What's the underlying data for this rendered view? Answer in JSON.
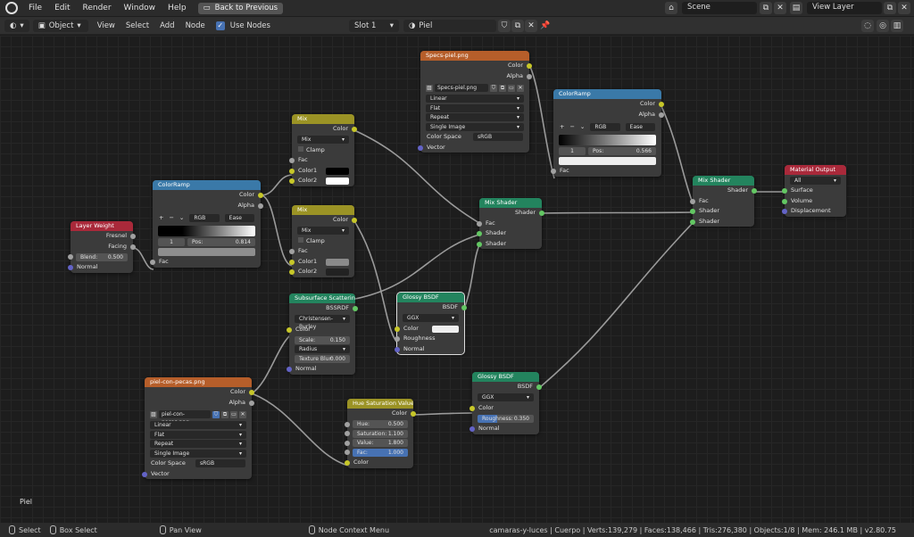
{
  "topbar": {
    "menus": [
      "File",
      "Edit",
      "Render",
      "Window",
      "Help"
    ],
    "back_button": "Back to Previous",
    "scene": "Scene",
    "view_layer": "View Layer"
  },
  "toolbar": {
    "mode": "Object",
    "menus": [
      "View",
      "Select",
      "Add",
      "Node"
    ],
    "use_nodes": "Use Nodes",
    "slot": "Slot 1",
    "material": "Piel"
  },
  "nodes": {
    "layer_weight": {
      "title": "Layer Weight",
      "out1": "Fresnel",
      "out2": "Facing",
      "blend_label": "Blend:",
      "blend_value": "0.500",
      "normal": "Normal"
    },
    "colorramp1": {
      "title": "ColorRamp",
      "out1": "Color",
      "out2": "Alpha",
      "mode": "RGB",
      "interp": "Ease",
      "index": "1",
      "pos_label": "Pos:",
      "pos_value": "0.814",
      "fac": "Fac"
    },
    "mix1": {
      "title": "Mix",
      "out": "Color",
      "blend": "Mix",
      "clamp": "Clamp",
      "fac": "Fac",
      "color1": "Color1",
      "color2": "Color2"
    },
    "mix2": {
      "title": "Mix",
      "out": "Color",
      "blend": "Mix",
      "clamp": "Clamp",
      "fac": "Fac",
      "color1": "Color1",
      "color2": "Color2"
    },
    "specs": {
      "title": "Specs-piel.png",
      "out1": "Color",
      "out2": "Alpha",
      "image": "Specs-piel.png",
      "interp": "Linear",
      "proj": "Flat",
      "ext": "Repeat",
      "source": "Single Image",
      "cs_label": "Color Space",
      "cs_value": "sRGB",
      "vector": "Vector"
    },
    "colorramp2": {
      "title": "ColorRamp",
      "out1": "Color",
      "out2": "Alpha",
      "mode": "RGB",
      "interp": "Ease",
      "index": "1",
      "pos_label": "Pos:",
      "pos_value": "0.566",
      "fac": "Fac"
    },
    "mix_shader1": {
      "title": "Mix Shader",
      "out": "Shader",
      "fac": "Fac",
      "in1": "Shader",
      "in2": "Shader"
    },
    "mix_shader2": {
      "title": "Mix Shader",
      "out": "Shader",
      "fac": "Fac",
      "in1": "Shader",
      "in2": "Shader"
    },
    "material_output": {
      "title": "Material Output",
      "target": "All",
      "surface": "Surface",
      "volume": "Volume",
      "displacement": "Displacement"
    },
    "sss": {
      "title": "Subsurface Scattering",
      "out": "BSSRDF",
      "method": "Christensen-Burley",
      "color": "Color",
      "scale_label": "Scale:",
      "scale_value": "0.150",
      "radius": "Radius",
      "blur_label": "Texture Blur:",
      "blur_value": "0.000",
      "normal": "Normal"
    },
    "glossy1": {
      "title": "Glossy BSDF",
      "out": "BSDF",
      "dist": "GGX",
      "color": "Color",
      "roughness": "Roughness",
      "normal": "Normal"
    },
    "glossy2": {
      "title": "Glossy BSDF",
      "out": "BSDF",
      "dist": "GGX",
      "color": "Color",
      "rough_label": "Roughness:",
      "rough_value": "0.350",
      "normal": "Normal"
    },
    "pecas": {
      "title": "piel-con-pecas.png",
      "out1": "Color",
      "out2": "Alpha",
      "image": "piel-con-pecas.png",
      "interp": "Linear",
      "proj": "Flat",
      "ext": "Repeat",
      "source": "Single Image",
      "cs_label": "Color Space",
      "cs_value": "sRGB",
      "vector": "Vector"
    },
    "hsv": {
      "title": "Hue Saturation Value",
      "out": "Color",
      "hue_label": "Hue:",
      "hue_value": "0.500",
      "sat_label": "Saturation:",
      "sat_value": "1.100",
      "val_label": "Value:",
      "val_value": "1.800",
      "fac_label": "Fac:",
      "fac_value": "1.000",
      "color": "Color"
    }
  },
  "canvas": {
    "material_label": "Piel"
  },
  "statusbar": {
    "select": "Select",
    "box_select": "Box Select",
    "pan_view": "Pan View",
    "context_menu": "Node Context Menu",
    "stats": "camaras-y-luces | Cuerpo | Verts:139,279 | Faces:138,466 | Tris:276,380 | Objects:1/8 | Mem: 246.1 MB | v2.80.75"
  },
  "colors": {
    "orange_header": "#b65e2a",
    "blue_header": "#3a79a8",
    "yellow_header": "#8e8a2a",
    "green_header": "#23845e",
    "red_header": "#a9293a",
    "accent": "#4772b3"
  }
}
